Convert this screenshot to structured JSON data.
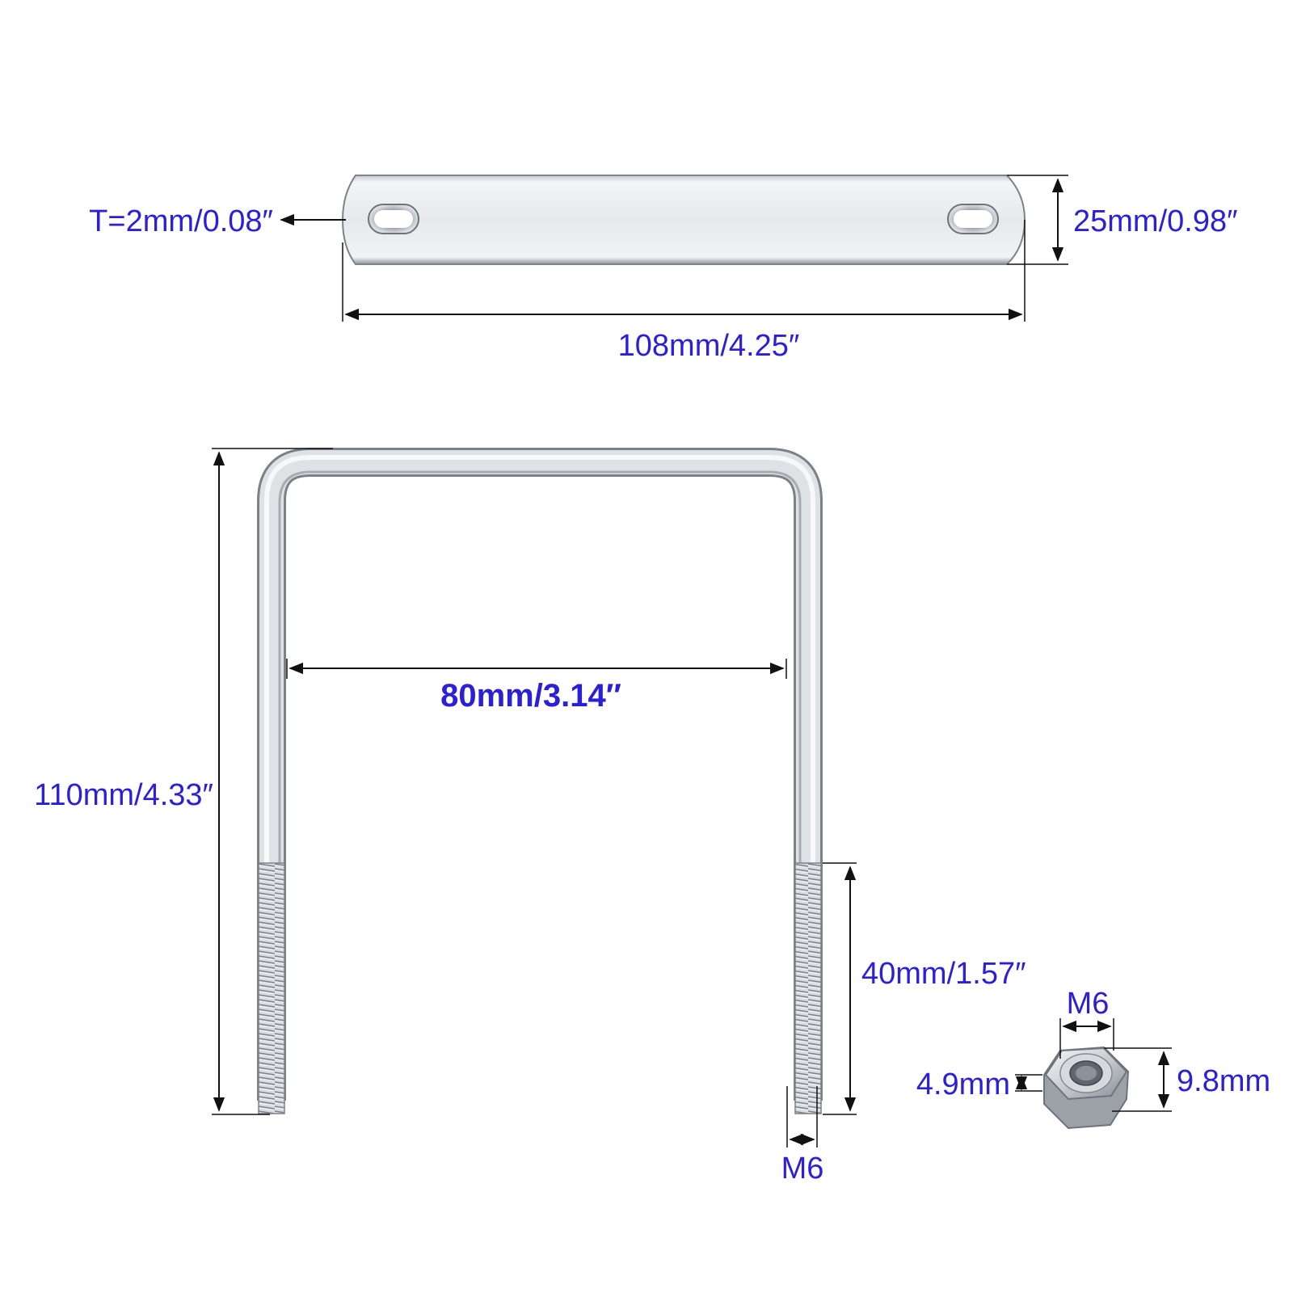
{
  "colors": {
    "label": "#2b20d6",
    "dimension_line": "#111111",
    "steel_light": "#eef0f2",
    "steel_mid": "#c4c8cd",
    "steel_dark": "#7d838a",
    "background": "#ffffff"
  },
  "plate": {
    "thickness_label": "T=2mm/0.08″",
    "width_label": "25mm/0.98″",
    "length_label": "108mm/4.25″"
  },
  "u_bolt": {
    "height_label": "110mm/4.33″",
    "inner_width_label": "80mm/3.14″",
    "thread_length_label": "40mm/1.57″",
    "thread_size_label": "M6"
  },
  "nut": {
    "thread_size_label": "M6",
    "thickness_label": "4.9mm",
    "width_label": "9.8mm"
  }
}
